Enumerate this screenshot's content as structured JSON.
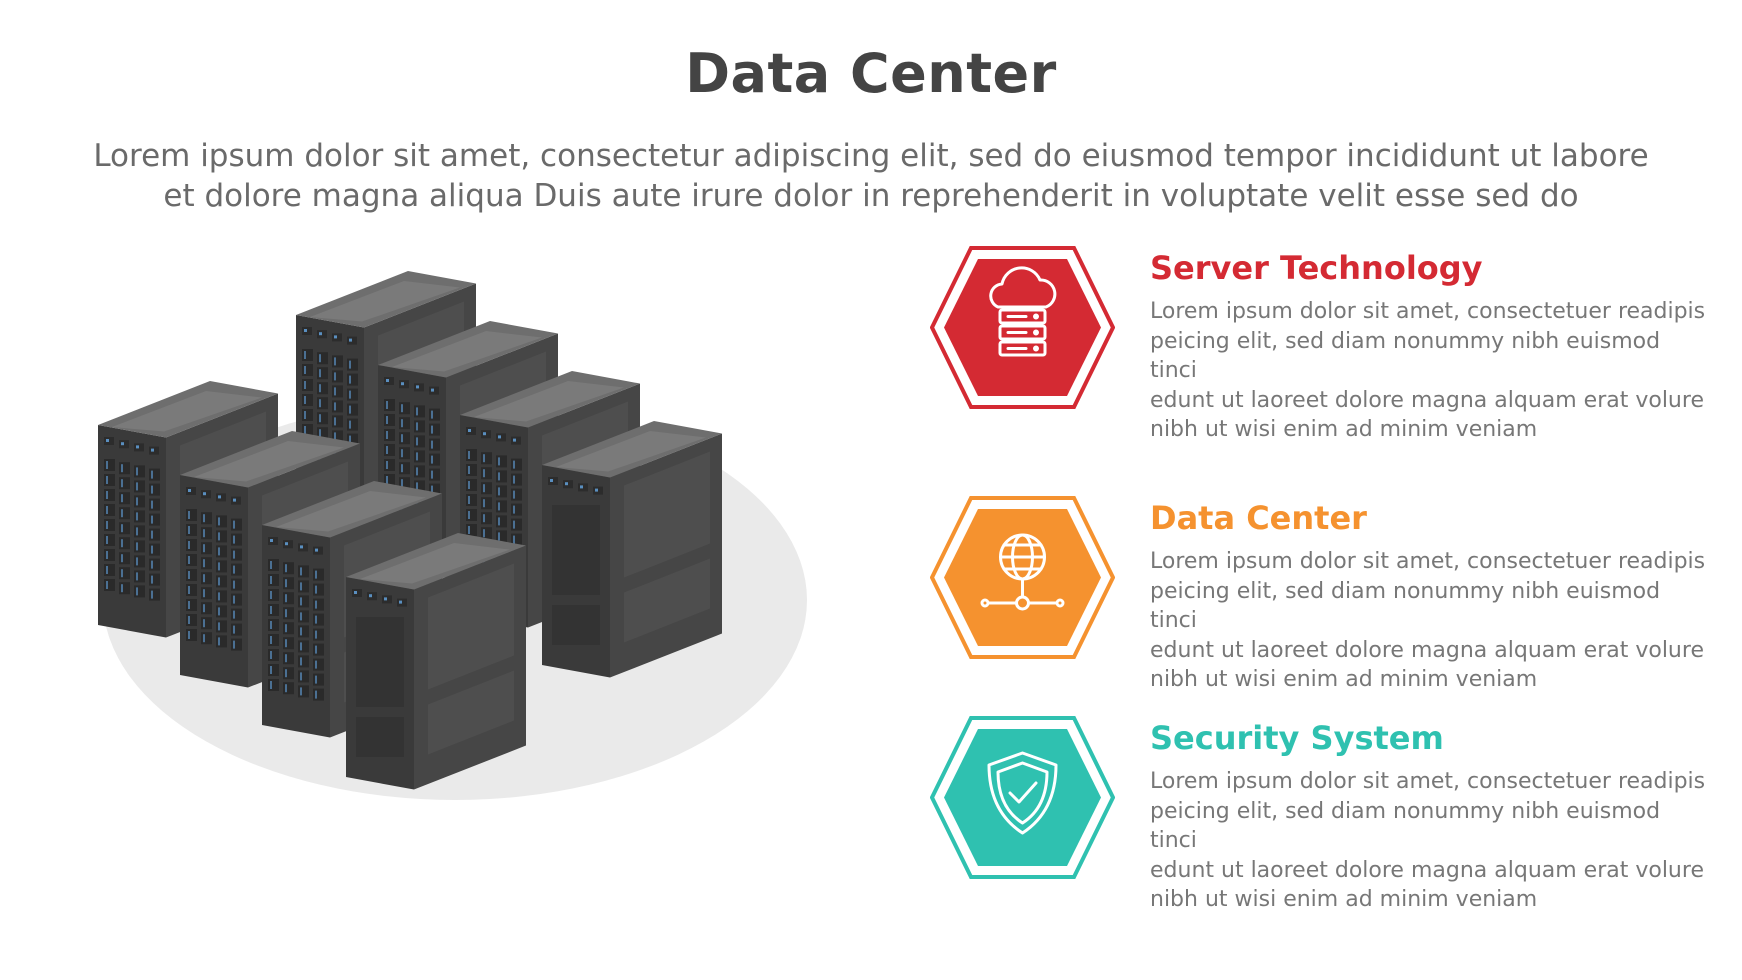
{
  "header": {
    "title": "Data Center",
    "subtitle_line1": "Lorem ipsum dolor sit amet, consectetur adipiscing elit, sed do eiusmod tempor incididunt ut labore",
    "subtitle_line2": "et dolore magna aliqua Duis aute irure dolor in reprehenderit in voluptate velit esse sed do"
  },
  "illustration": {
    "icon": "server-racks-icon",
    "colors": {
      "rack_side": "#464646",
      "rack_front": "#3a3a3a",
      "rack_top": "#6e6e6e",
      "led": "#5a8fc0",
      "shadow": "#eaeaea"
    }
  },
  "items": [
    {
      "heading": "Server Technology",
      "icon": "cloud-server-icon",
      "color": "#d42a33",
      "desc_lines": [
        "Lorem ipsum dolor sit amet, consectetuer readipis",
        "peicing elit, sed diam nonummy nibh euismod tinci",
        "edunt ut laoreet dolore magna alquam erat volure",
        "nibh ut wisi enim ad minim veniam"
      ]
    },
    {
      "heading": "Data Center",
      "icon": "globe-network-icon",
      "color": "#f5922f",
      "desc_lines": [
        "Lorem ipsum dolor sit amet, consectetuer readipis",
        "peicing elit, sed diam nonummy nibh euismod tinci",
        "edunt ut laoreet dolore magna alquam erat volure",
        "nibh ut wisi enim ad minim veniam"
      ]
    },
    {
      "heading": "Security System",
      "icon": "shield-check-icon",
      "color": "#2fc1b0",
      "desc_lines": [
        "Lorem ipsum dolor sit amet, consectetuer readipis",
        "peicing elit, sed diam nonummy nibh euismod tinci",
        "edunt ut laoreet dolore magna alquam erat volure",
        "nibh ut wisi enim ad minim veniam"
      ]
    }
  ]
}
